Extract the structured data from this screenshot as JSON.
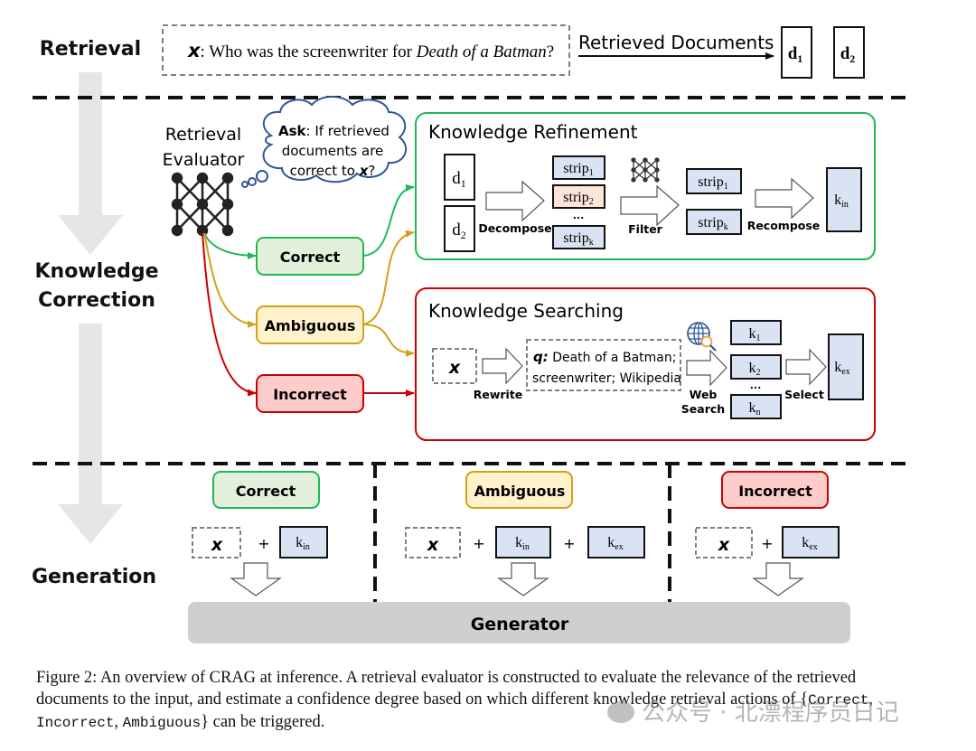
{
  "sections": {
    "retrieval": "Retrieval",
    "knowledge_correction_line1": "Knowledge",
    "knowledge_correction_line2": "Correction",
    "generation": "Generation"
  },
  "retrieval": {
    "query_var": "x",
    "query_text_prefix": ": Who was the screenwriter for ",
    "query_title": "Death of a Batman",
    "query_text_suffix": "?",
    "arrow_label": "Retrieved Documents",
    "documents": [
      {
        "base": "d",
        "sub": "1"
      },
      {
        "base": "d",
        "sub": "2"
      }
    ]
  },
  "evaluator": {
    "label_line1": "Retrieval",
    "label_line2": "Evaluator",
    "thought_ask": "Ask",
    "thought_line1": ": If retrieved",
    "thought_line2": "documents are",
    "thought_line3_prefix": "correct to ",
    "thought_var": "x",
    "thought_line3_suffix": "?"
  },
  "actions": [
    {
      "label": "Correct",
      "fill": "#e2efda",
      "stroke": "#1db954"
    },
    {
      "label": "Ambiguous",
      "fill": "#fff2cc",
      "stroke": "#d4a017"
    },
    {
      "label": "Incorrect",
      "fill": "#ffcccc",
      "stroke": "#cc0000"
    }
  ],
  "refinement": {
    "title": "Knowledge Refinement",
    "inputs": [
      {
        "base": "d",
        "sub": "1"
      },
      {
        "base": "d",
        "sub": "2"
      }
    ],
    "decompose_label": "Decompose",
    "strips": [
      {
        "base": "strip",
        "sub": "1",
        "highlight": false
      },
      {
        "base": "strip",
        "sub": "2",
        "highlight": true
      },
      {
        "base": "strip",
        "sub": "k",
        "highlight": false
      }
    ],
    "ellipsis": "...",
    "filter_label": "Filter",
    "filtered": [
      {
        "base": "strip",
        "sub": "1"
      },
      {
        "base": "strip",
        "sub": "k"
      }
    ],
    "recompose_label": "Recompose",
    "output": {
      "base": "k",
      "sub": "in"
    }
  },
  "searching": {
    "title": "Knowledge Searching",
    "input_var": "x",
    "rewrite_label": "Rewrite",
    "query_var": "q:",
    "query_line1": " Death of a Batman;",
    "query_line2": "screenwriter; Wikipedia",
    "web_search_line1": "Web",
    "web_search_line2": "Search",
    "results": [
      {
        "base": "k",
        "sub": "1"
      },
      {
        "base": "k",
        "sub": "2"
      },
      {
        "base": "k",
        "sub": "n"
      }
    ],
    "ellipsis": "...",
    "select_label": "Select",
    "output": {
      "base": "k",
      "sub": "ex"
    }
  },
  "generation": {
    "columns": [
      {
        "action": "Correct",
        "inputs": [
          "x",
          "k_in"
        ]
      },
      {
        "action": "Ambiguous",
        "inputs": [
          "x",
          "k_in",
          "k_ex"
        ]
      },
      {
        "action": "Incorrect",
        "inputs": [
          "x",
          "k_ex"
        ]
      }
    ],
    "plus": "+",
    "x_var": "x",
    "k_in": {
      "base": "k",
      "sub": "in"
    },
    "k_ex": {
      "base": "k",
      "sub": "ex"
    },
    "generator_label": "Generator"
  },
  "colors": {
    "green": "#1db954",
    "amber": "#d4a017",
    "red": "#cc0000",
    "blue_box": "#dae3f3",
    "peach_box": "#fbe5d6",
    "cloud": "#2f5597",
    "gray_arrow": "#e6e6e6",
    "generator_fill": "#d0cece"
  },
  "caption": {
    "text_part1": "Figure 2: An overview of CRAG at inference. A retrieval evaluator is constructed to evaluate the relevance of the retrieved documents to the input, and estimate a confidence degree based on which different knowledge retrieval actions of ",
    "set_open": "{",
    "code1": "Correct",
    "sep1": ", ",
    "code2": "Incorrect",
    "sep2": ", ",
    "code3": "Ambiguous",
    "set_close": "}",
    "text_part2": " can be triggered."
  },
  "watermark": "公众号 · 北漂程序员日记"
}
